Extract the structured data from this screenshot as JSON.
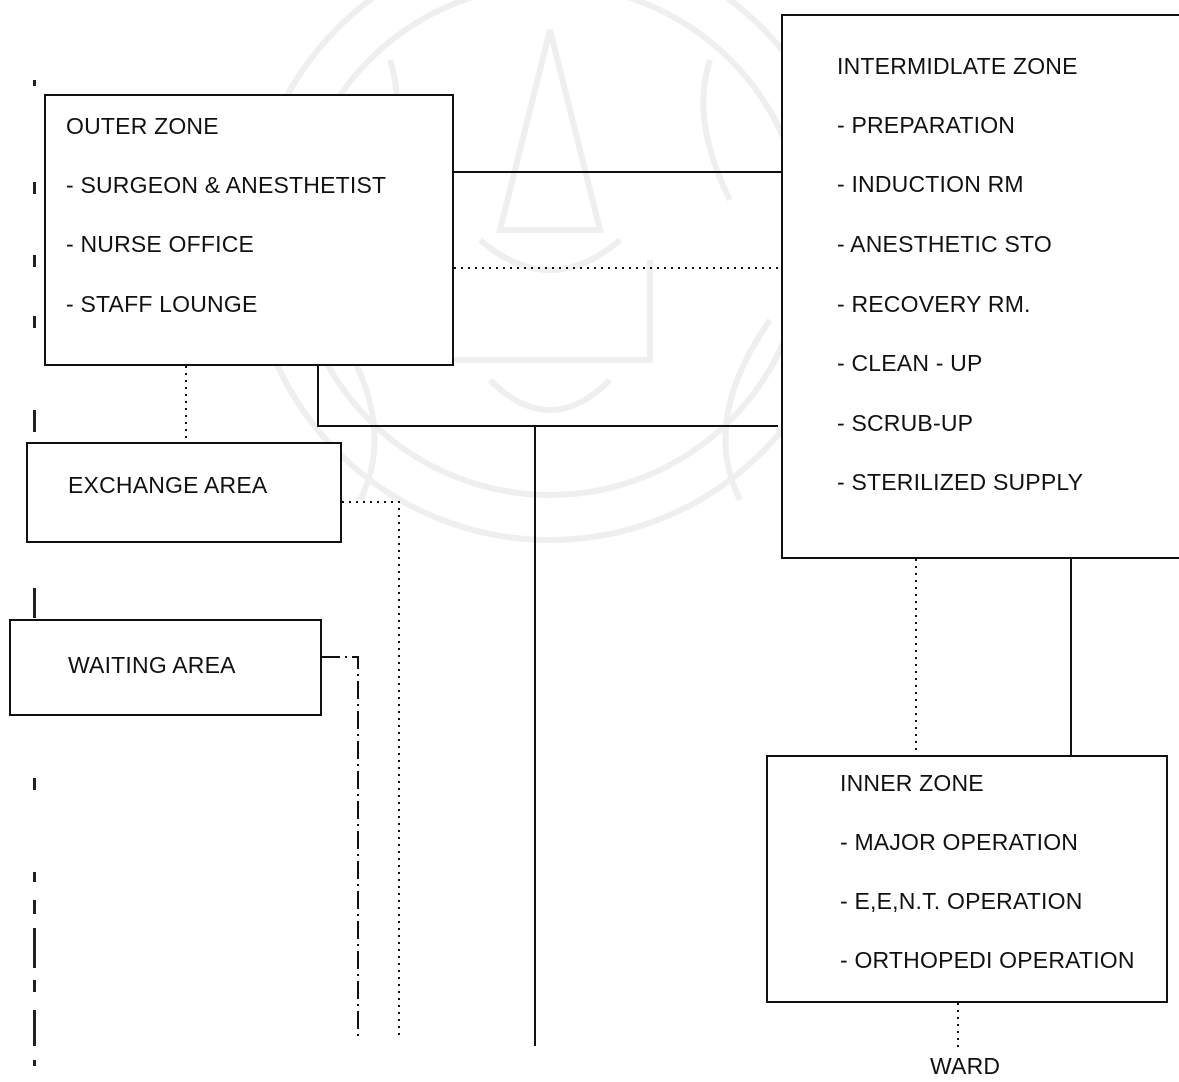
{
  "outer_zone": {
    "title": "OUTER ZONE",
    "items": [
      "- SURGEON & ANESTHETIST",
      "- NURSE OFFICE",
      "- STAFF LOUNGE"
    ]
  },
  "exchange_area": {
    "label": "EXCHANGE AREA"
  },
  "waiting_area": {
    "label": "WAITING AREA"
  },
  "intermediate_zone": {
    "title": "INTERMIDLATE ZONE",
    "items": [
      "- PREPARATION",
      "- INDUCTION RM",
      "- ANESTHETIC STO",
      "- RECOVERY RM.",
      "- CLEAN - UP",
      "-  SCRUB-UP",
      "- STERILIZED SUPPLY"
    ]
  },
  "inner_zone": {
    "title": "INNER ZONE",
    "items": [
      "- MAJOR OPERATION",
      "- E,E,N.T. OPERATION",
      "- ORTHOPEDI OPERATION"
    ]
  },
  "ward": {
    "label": "WARD"
  },
  "colors": {
    "ink": "#111111",
    "watermark": "#8a8a8a"
  }
}
